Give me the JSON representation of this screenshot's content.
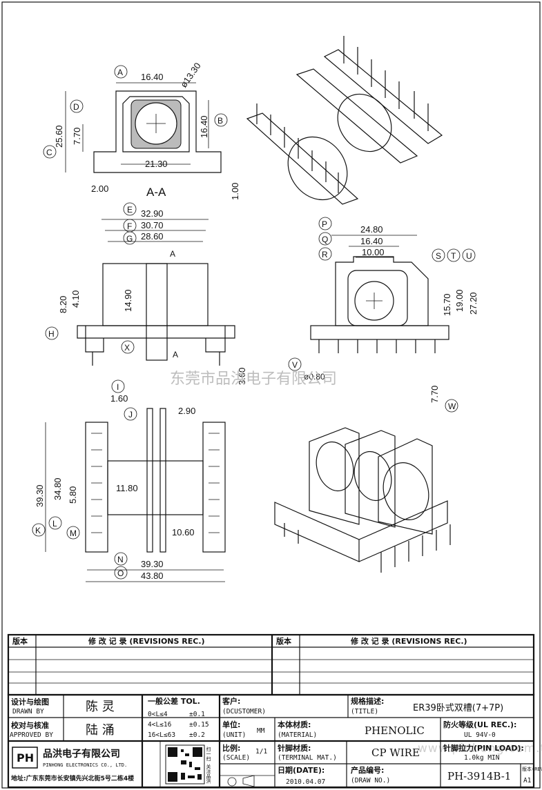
{
  "view_aa": {
    "dims": [
      "16.40",
      "ø13.30",
      "25.60",
      "7.70",
      "16.40",
      "21.30",
      "2.00",
      "1.00"
    ],
    "circles": [
      "A",
      "D",
      "C",
      "B"
    ],
    "section_label": "A-A"
  },
  "view_side": {
    "dims": [
      "32.90",
      "30.70",
      "28.60",
      "8.20",
      "4.10",
      "14.90",
      "3.60"
    ],
    "circles": [
      "E",
      "F",
      "G",
      "H",
      "X"
    ],
    "section_marks": [
      "A",
      "A"
    ]
  },
  "view_front": {
    "dims": [
      "24.80",
      "16.40",
      "10.00",
      "15.70",
      "19.00",
      "27.20",
      "ø0.80",
      "7.70"
    ],
    "circles": [
      "P",
      "Q",
      "R",
      "S",
      "T",
      "U",
      "V",
      "W"
    ]
  },
  "view_bottom": {
    "dims": [
      "1.60",
      "2.90",
      "39.30",
      "34.80",
      "5.80",
      "11.80",
      "10.60",
      "39.30",
      "43.80"
    ],
    "circles": [
      "I",
      "J",
      "K",
      "L",
      "M",
      "N",
      "O"
    ]
  },
  "watermark": {
    "text": "东莞市品洪电子有限公司",
    "url": "www.pinhong.com.tw"
  },
  "title_block": {
    "rev_header": "版本",
    "rev_col": "修 改 记 录 (REVISIONS REC.)",
    "rev_header2": "版本",
    "rev_col2": "修 改 记 录 (REVISIONS REC.)",
    "drawn_by_label": "设计与绘图",
    "drawn_by_label_en": "DRAWN BY",
    "drawn_by": "陈 灵",
    "approved_label": "校对与核准",
    "approved_label_en": "APPROVED BY",
    "approved_by": "陆 涌",
    "tol_title": "一般公差 TOL.",
    "tol_rows": [
      [
        "0<L≤4",
        "±0.1"
      ],
      [
        "4<L≤16",
        "±0.15"
      ],
      [
        "16<L≤63",
        "±0.2"
      ]
    ],
    "customer_label": "客户:",
    "customer_label_en": "(DCUSTOMER)",
    "title_label": "规格描述:",
    "title_label_en": "(TITLE)",
    "title_value": "ER39卧式双槽(7+7P)",
    "unit_label": "单位:",
    "unit_label_en": "(UNIT)",
    "unit_value": "MM",
    "material_label": "本体材质:",
    "material_label_en": "(MATERIAL)",
    "material_value": "PHENOLIC",
    "ul_label": "防火等级(UL REC.):",
    "ul_value": "UL 94V-0",
    "scale_label": "比例:",
    "scale_label_en": "(SCALE)",
    "scale_value": "1/1",
    "terminal_label": "针脚材质:",
    "terminal_label_en": "(TERMINAL MAT.)",
    "terminal_value": "CP WIRE",
    "pinload_label": "针脚拉力(PIN LOAD):",
    "pinload_value": "1.0kg MIN",
    "date_label": "日期(DATE):",
    "date_value": "2010.04.07",
    "drawno_label": "产品编号:",
    "drawno_label_en": "(DRAW NO.)",
    "drawno_value": "PH-3914B-1",
    "rev_label": "版本(REV):",
    "rev_value": "A1",
    "company": "品洪电子有限公司",
    "company_en": "PINHONG ELECTRONICS CO., LTD.",
    "logo_text": "PH",
    "address": "地址:广东东莞市长安镇先兴北街5号二栋4楼",
    "qr_side": "扫一扫 关注品洪"
  }
}
